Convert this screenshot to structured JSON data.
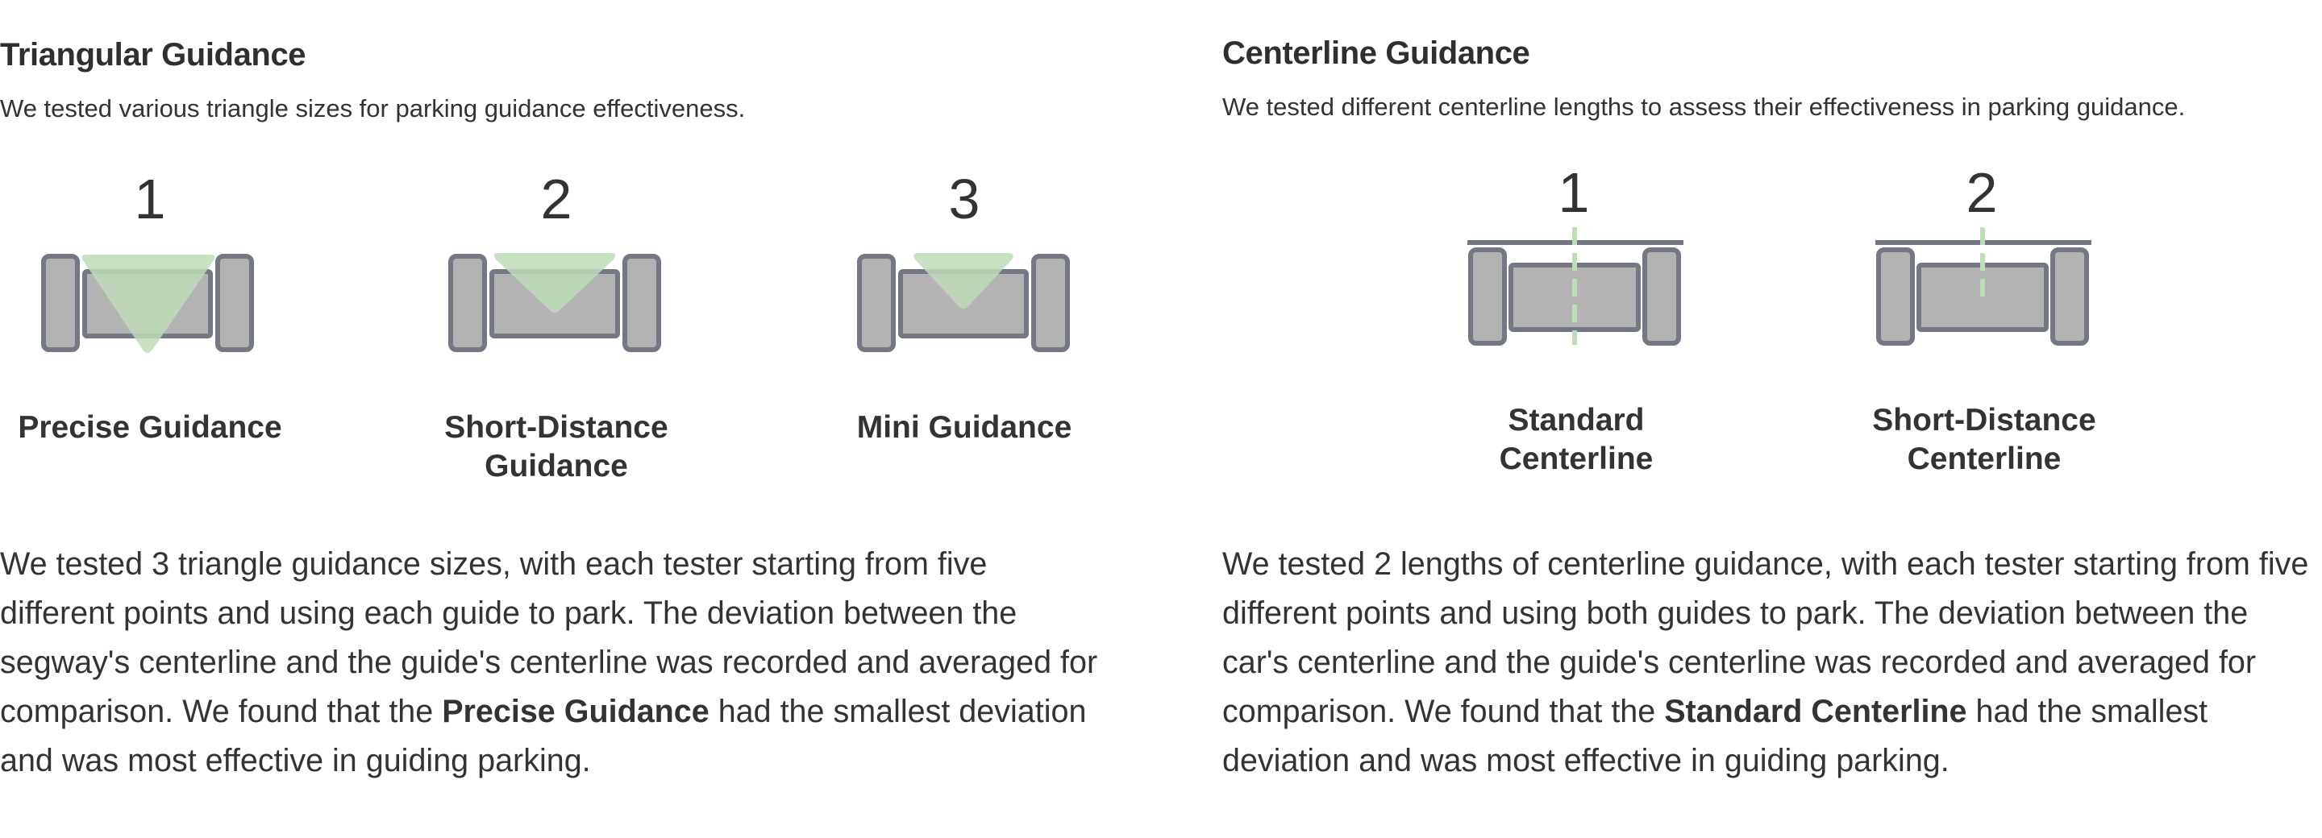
{
  "triangular": {
    "title": "Triangular Guidance",
    "subtitle": "We tested various triangle sizes for parking guidance effectiveness.",
    "items": [
      {
        "number": "1",
        "caption_lines": [
          "Precise Guidance"
        ]
      },
      {
        "number": "2",
        "caption_lines": [
          "Short-Distance",
          "Guidance"
        ]
      },
      {
        "number": "3",
        "caption_lines": [
          "Mini Guidance"
        ]
      }
    ],
    "description": {
      "before": "We tested 3 triangle guidance sizes, with each tester starting from five different points and using each guide to park. The deviation between the segway's centerline and the guide's centerline was recorded and averaged for comparison. We found that the ",
      "bold": "Precise Guidance",
      "after": " had the smallest deviation and was most effective in guiding parking."
    }
  },
  "centerline": {
    "title": "Centerline Guidance",
    "subtitle": "We tested different centerline lengths to assess their effectiveness in parking guidance.",
    "items": [
      {
        "number": "1",
        "caption_lines": [
          "Standard",
          "Centerline"
        ]
      },
      {
        "number": "2",
        "caption_lines": [
          "Short-Distance",
          "Centerline"
        ]
      }
    ],
    "description": {
      "before": "We tested 2 lengths of centerline guidance, with each tester starting from five different points and using both guides to park. The deviation between the car's centerline and the guide's centerline was recorded and averaged for comparison. We found that the ",
      "bold": "Standard Centerline",
      "after": " had the smallest deviation and was most effective in guiding parking."
    }
  },
  "colors": {
    "body": "#b3b3b3",
    "outline": "#737884",
    "guide": "#bfdcb8",
    "line": "#737884"
  }
}
